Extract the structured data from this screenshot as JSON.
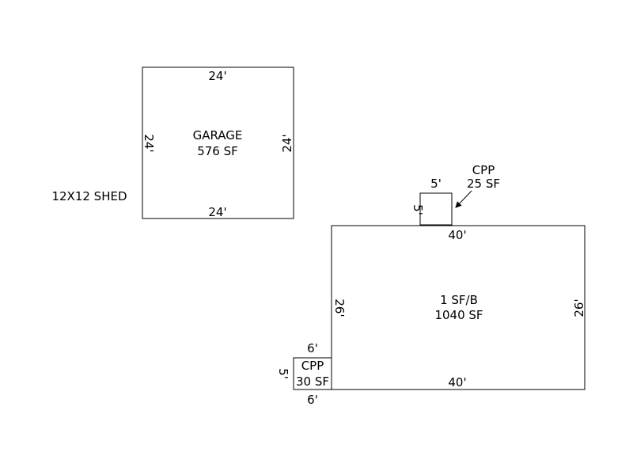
{
  "garage": {
    "name": "GARAGE",
    "area": "576 SF",
    "top": "24'",
    "bottom": "24'",
    "left": "24'",
    "right": "24'"
  },
  "shed": {
    "label": "12X12 SHED"
  },
  "house": {
    "name": "1 SF/B",
    "area": "1040 SF",
    "top": "40'",
    "bottom": "40'",
    "left": "26'",
    "right": "26'"
  },
  "porch_top": {
    "name": "CPP",
    "area": "25 SF",
    "top": "5'",
    "side": "5'"
  },
  "porch_bottom": {
    "name": "CPP",
    "area": "30 SF",
    "top": "6'",
    "bottom": "6'",
    "side": "5'"
  },
  "colors": {
    "line": "#000000",
    "background": "#ffffff"
  }
}
